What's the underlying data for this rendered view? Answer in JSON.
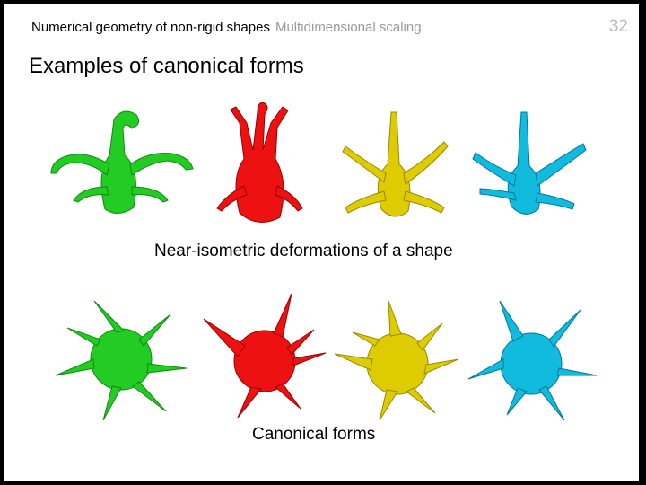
{
  "header": {
    "course": "Numerical geometry of non-rigid shapes",
    "section": "Multidimensional scaling"
  },
  "page_number": "32",
  "title": "Examples of canonical forms",
  "captions": {
    "deformations": "Near-isometric deformations of a shape",
    "canonical": "Canonical forms"
  },
  "colors": {
    "green": "#22cc22",
    "red": "#ee1111",
    "yellow": "#ddcc00",
    "cyan": "#11bbdd"
  }
}
